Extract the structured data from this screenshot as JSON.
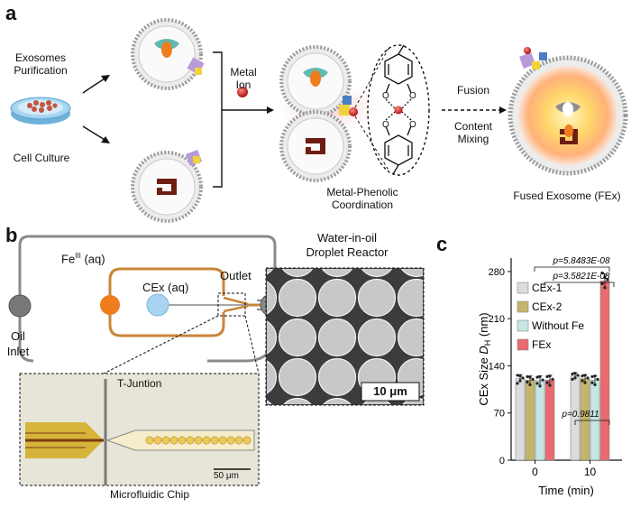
{
  "panels": {
    "a": "a",
    "b": "b",
    "c": "c"
  },
  "panel_a": {
    "exosomes_purification_1": "Exosomes",
    "exosomes_purification_2": "Purification",
    "cell_culture": "Cell Culture",
    "metal_ion_1": "Metal",
    "metal_ion_2": "Ion",
    "fusion": "Fusion",
    "content_mixing_1": "Content",
    "content_mixing_2": "Mixing",
    "metal_phenolic_1": "Metal-Phenolic",
    "metal_phenolic_2": "Coordination",
    "fused_exosome": "Fused Exosome (FEx)"
  },
  "panel_b": {
    "fe_aq_base": "Fe",
    "fe_aq_sup": "III",
    "fe_aq_suffix": " (aq)",
    "cex_aq": "CEx (aq)",
    "oil": "Oil",
    "inlet": "Inlet",
    "outlet": "Outlet",
    "reactor_1": "Water-in-oil",
    "reactor_2": "Droplet Reactor",
    "scale_10um": "10 μm",
    "t_junction": "T-Juntion",
    "scale_50um": "50 μm",
    "microfluidic_chip": "Microfluidic Chip"
  },
  "colors": {
    "orange": "#ee7d1e",
    "light_blue": "#a8d4f2",
    "channel_gray": "#8a8a8a",
    "channel_orange": "#c8863a",
    "cex1": "#dcdcdc",
    "cex2": "#c5b56a",
    "without_fe": "#c5e6e2",
    "fex": "#e96a6f"
  },
  "chart_data": {
    "type": "bar",
    "categories": [
      "0",
      "10"
    ],
    "series": [
      {
        "name": "CEx-1",
        "values": [
          121,
          125
        ],
        "points": [
          [
            126,
            118,
            122,
            114,
            125
          ],
          [
            128,
            122,
            126,
            120,
            129
          ]
        ]
      },
      {
        "name": "CEx-2",
        "values": [
          119,
          121
        ],
        "points": [
          [
            124,
            112,
            120,
            116,
            123
          ],
          [
            125,
            115,
            122,
            118,
            126
          ]
        ]
      },
      {
        "name": "Without Fe",
        "values": [
          118,
          119
        ],
        "points": [
          [
            123,
            110,
            119,
            114,
            124
          ],
          [
            124,
            112,
            120,
            115,
            125
          ]
        ]
      },
      {
        "name": "FEx",
        "values": [
          119,
          266
        ],
        "points": [
          [
            124,
            111,
            120,
            115,
            125
          ],
          [
            278,
            256,
            268,
            262,
            271
          ]
        ]
      }
    ],
    "errors": [
      [
        6,
        5
      ],
      [
        6,
        6
      ],
      [
        7,
        6
      ],
      [
        7,
        10
      ]
    ],
    "ylabel_main": "CEx Size ",
    "ylabel_italic": "D",
    "ylabel_sub": "H",
    "ylabel_unit": " (nm)",
    "xlabel": "Time (min)",
    "ylim": [
      0,
      300
    ],
    "yticks": [
      "0",
      "70",
      "140",
      "210",
      "280"
    ],
    "ytick_values": [
      0,
      70,
      140,
      210,
      280
    ],
    "annotations": [
      "p=5.8483E-08",
      "p=3.5821E-08",
      "p=0.9811"
    ],
    "legend_position": "top-left"
  }
}
